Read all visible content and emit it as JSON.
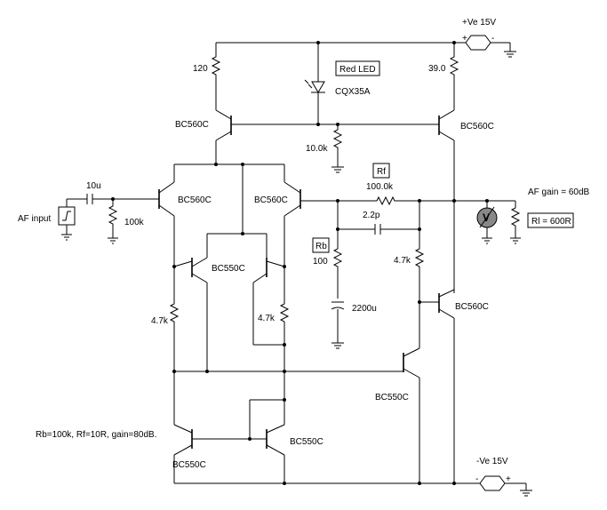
{
  "labels": {
    "vpos": "+Ve 15V",
    "vneg": "-Ve 15V",
    "r120": "120",
    "led_box": "Red LED",
    "led_part": "CQX35A",
    "r39": "39.0",
    "q_bc560_tl": "BC560C",
    "q_bc560_tr": "BC560C",
    "r10k": "10.0k",
    "rf_box": "Rf",
    "rf_val": "100.0k",
    "af_gain": "AF gain = 60dB",
    "rl_box": "Rl = 600R",
    "c10u": "10u",
    "af_input": "AF input",
    "r100k": "100k",
    "q_bc560_in_l": "BC560C",
    "q_bc560_in_r": "BC560C",
    "c22p": "2.2p",
    "rb_box": "Rb",
    "rb_val": "100",
    "c2200u": "2200u",
    "r47k_right": "4.7k",
    "q_bc550_pair": "BC550C",
    "r47k_left": "4.7k",
    "r47k_mid": "4.7k",
    "q_bc560_out": "BC560C",
    "q_bc550_vas": "BC550C",
    "note": "Rb=100k, Rf=10R, gain=80dB.",
    "q_bc550_bl": "BC550C",
    "q_bc550_br": "BC550C",
    "meter": "V"
  }
}
